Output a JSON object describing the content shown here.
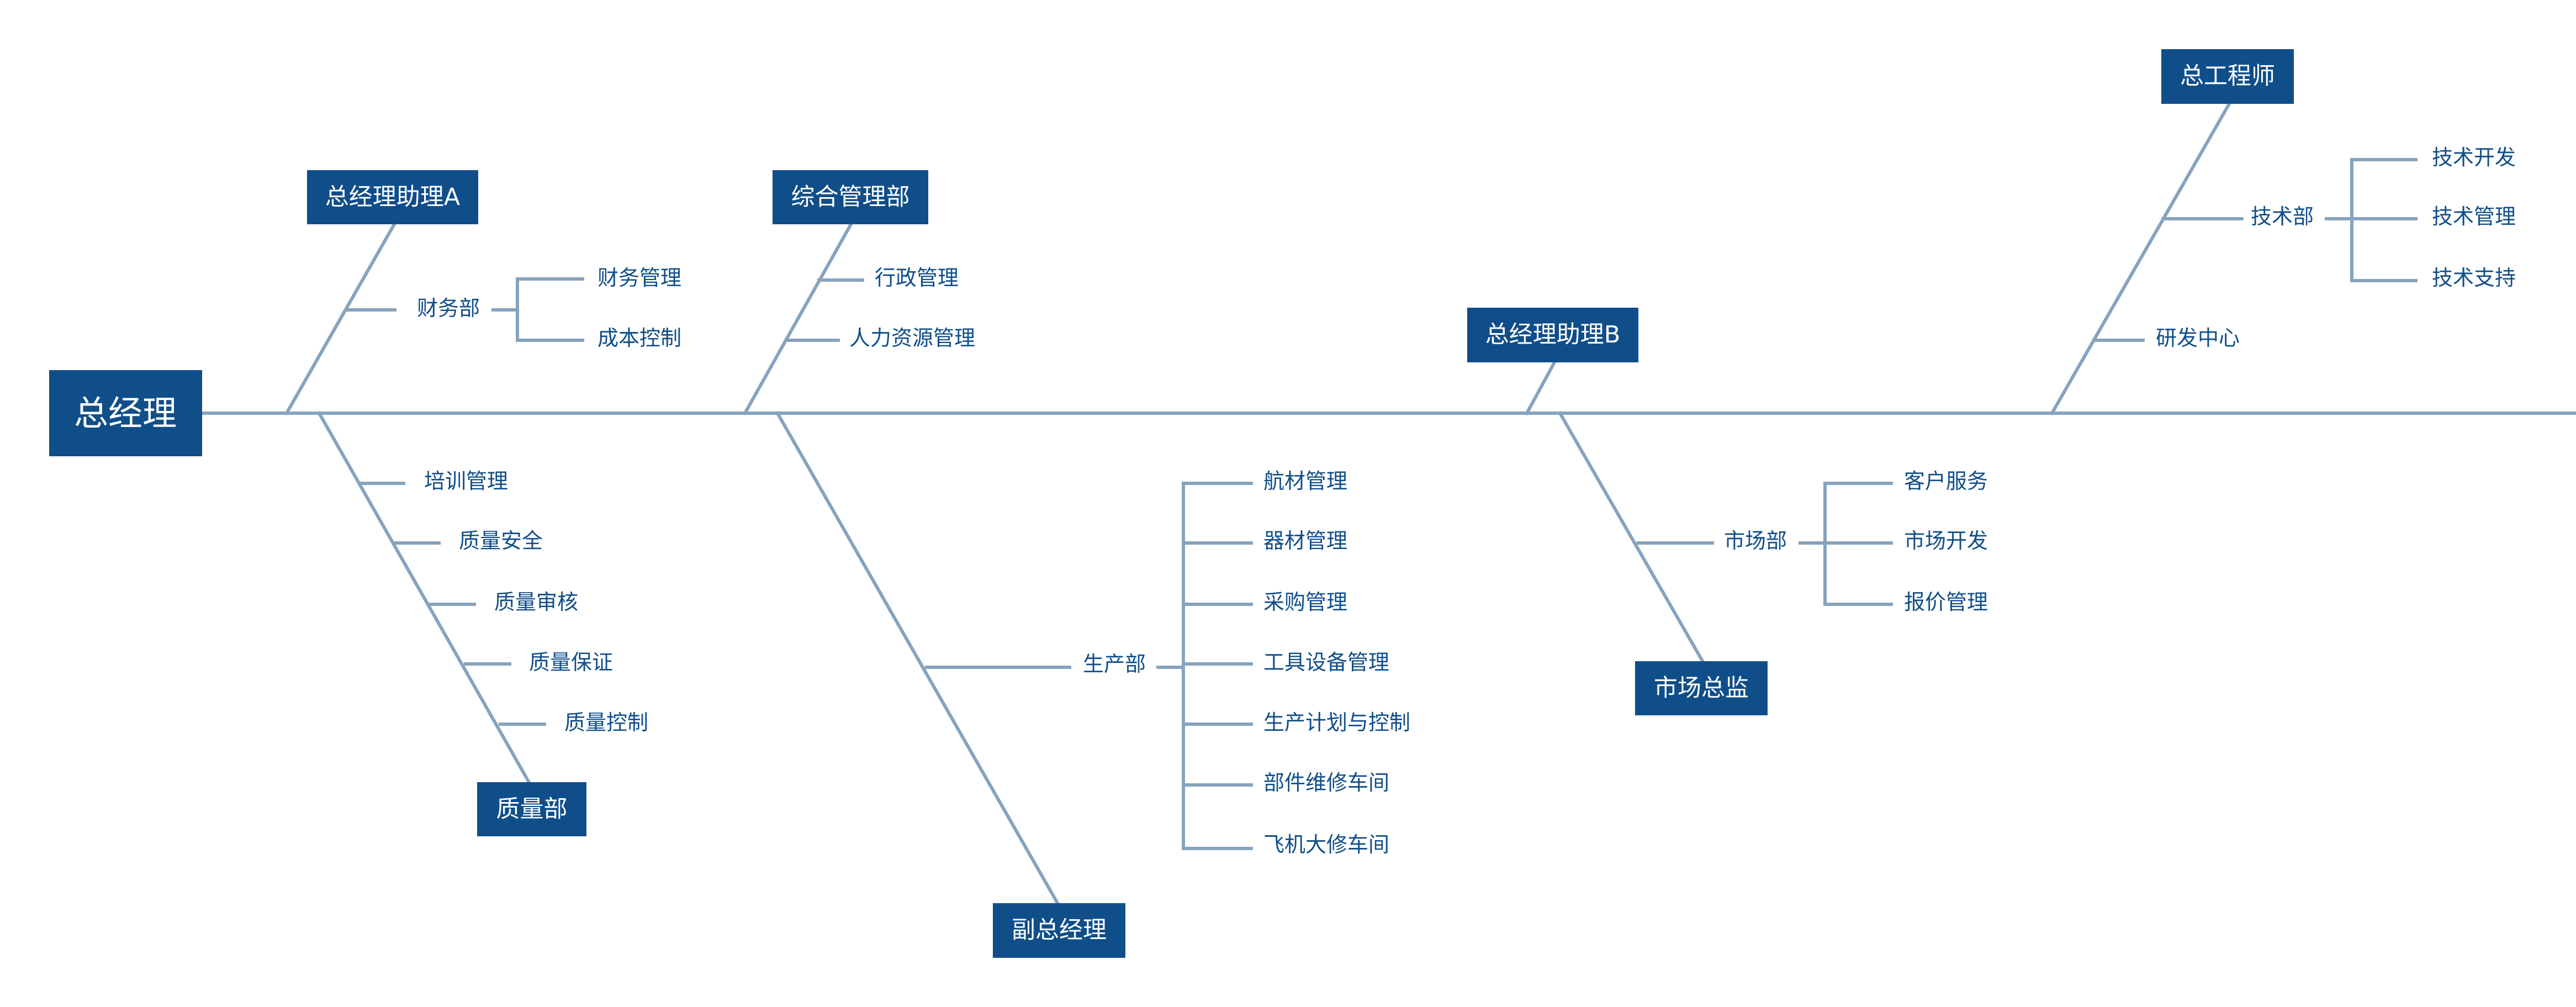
{
  "colors": {
    "box": "#104e8a",
    "line": "#87a3bd",
    "label": "#104e8a",
    "background": "#ffffff"
  },
  "root": {
    "label": "总经理"
  },
  "branches": {
    "assistant_a": {
      "label": "总经理助理A",
      "finance_dept": "财务部",
      "finance_mgmt": "财务管理",
      "cost_control": "成本控制"
    },
    "general_mgmt": {
      "label": "综合管理部",
      "admin_mgmt": "行政管理",
      "hr_mgmt": "人力资源管理"
    },
    "assistant_b": {
      "label": "总经理助理B"
    },
    "chief_engineer": {
      "label": "总工程师",
      "tech_dept": "技术部",
      "tech_dev": "技术开发",
      "tech_mgmt": "技术管理",
      "tech_support": "技术支持",
      "rd_center": "研发中心"
    },
    "quality_dept": {
      "label": "质量部",
      "training": "培训管理",
      "safety": "质量安全",
      "audit": "质量审核",
      "assurance": "质量保证",
      "control": "质量控制"
    },
    "deputy_gm": {
      "label": "副总经理",
      "production_dept": "生产部",
      "items": [
        "航材管理",
        "器材管理",
        "采购管理",
        "工具设备管理",
        "生产计划与控制",
        "部件维修车间",
        "飞机大修车间"
      ]
    },
    "market_director": {
      "label": "市场总监",
      "market_dept": "市场部",
      "items": [
        "客户服务",
        "市场开发",
        "报价管理"
      ]
    }
  }
}
